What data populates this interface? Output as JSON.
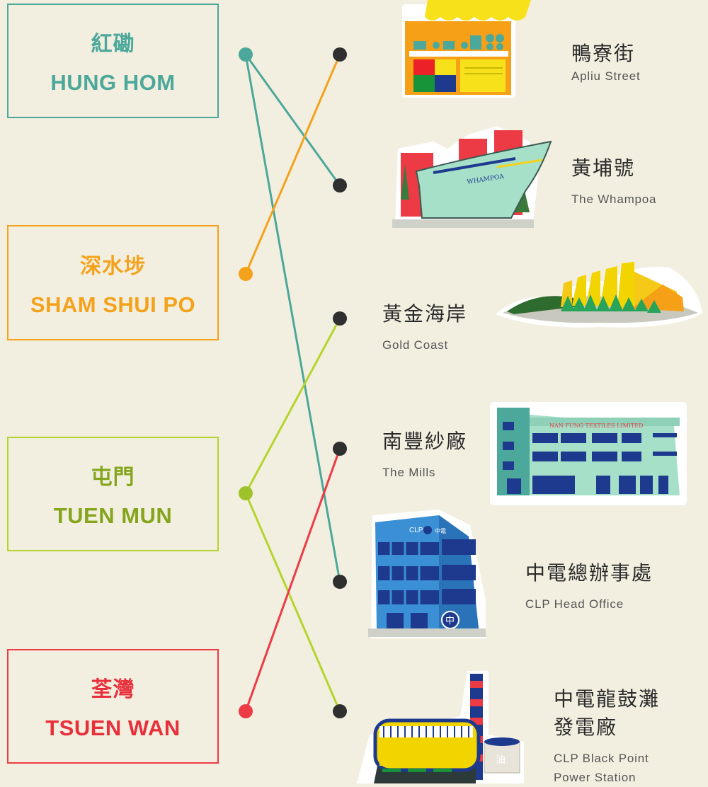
{
  "districts": [
    {
      "zh": "紅磡",
      "en": "HUNG HOM",
      "color": "#4ba89a"
    },
    {
      "zh": "深水埗",
      "en": "SHAM SHUI PO",
      "color": "#f4a21c"
    },
    {
      "zh": "屯門",
      "en": "TUEN MUN",
      "color": "#9ec22a"
    },
    {
      "zh": "荃灣",
      "en": "TSUEN WAN",
      "color": "#ec3b45"
    }
  ],
  "places": [
    {
      "zh": "鴨寮街",
      "en": "Apliu Street",
      "icon": "market-stall-icon"
    },
    {
      "zh": "黃埔號",
      "en": "The Whampoa",
      "icon": "ship-icon"
    },
    {
      "zh": "黃金海岸",
      "en": "Gold Coast",
      "icon": "coast-icon"
    },
    {
      "zh": "南豐紗廠",
      "en": "The Mills",
      "icon": "textile-mill-icon"
    },
    {
      "zh": "中電總辦事處",
      "en": "CLP Head Office",
      "icon": "office-building-icon"
    },
    {
      "zh": "中電龍鼓灘",
      "zh2": "發電廠",
      "en": "CLP Black Point",
      "en2": "Power Station",
      "icon": "power-station-icon"
    }
  ],
  "illustration_text": {
    "ship_name": "WHAMPOA",
    "mill_sign": "NAN FUNG TEXTILES LIMITED",
    "clp_sign": "CLP",
    "clp_sign_zh": "中電",
    "clp_logo": "中",
    "tank_label": "油"
  },
  "connections": [
    {
      "from": "紅磡",
      "to": [
        "黃埔號",
        "中電總辦事處"
      ]
    },
    {
      "from": "深水埗",
      "to": [
        "鴨寮街"
      ]
    },
    {
      "from": "屯門",
      "to": [
        "黃金海岸",
        "中電龍鼓灘發電廠"
      ]
    },
    {
      "from": "荃灣",
      "to": [
        "南豐紗廠"
      ]
    }
  ],
  "colors": {
    "background": "#f3efe0",
    "place_dot": "#2f2f2f"
  }
}
